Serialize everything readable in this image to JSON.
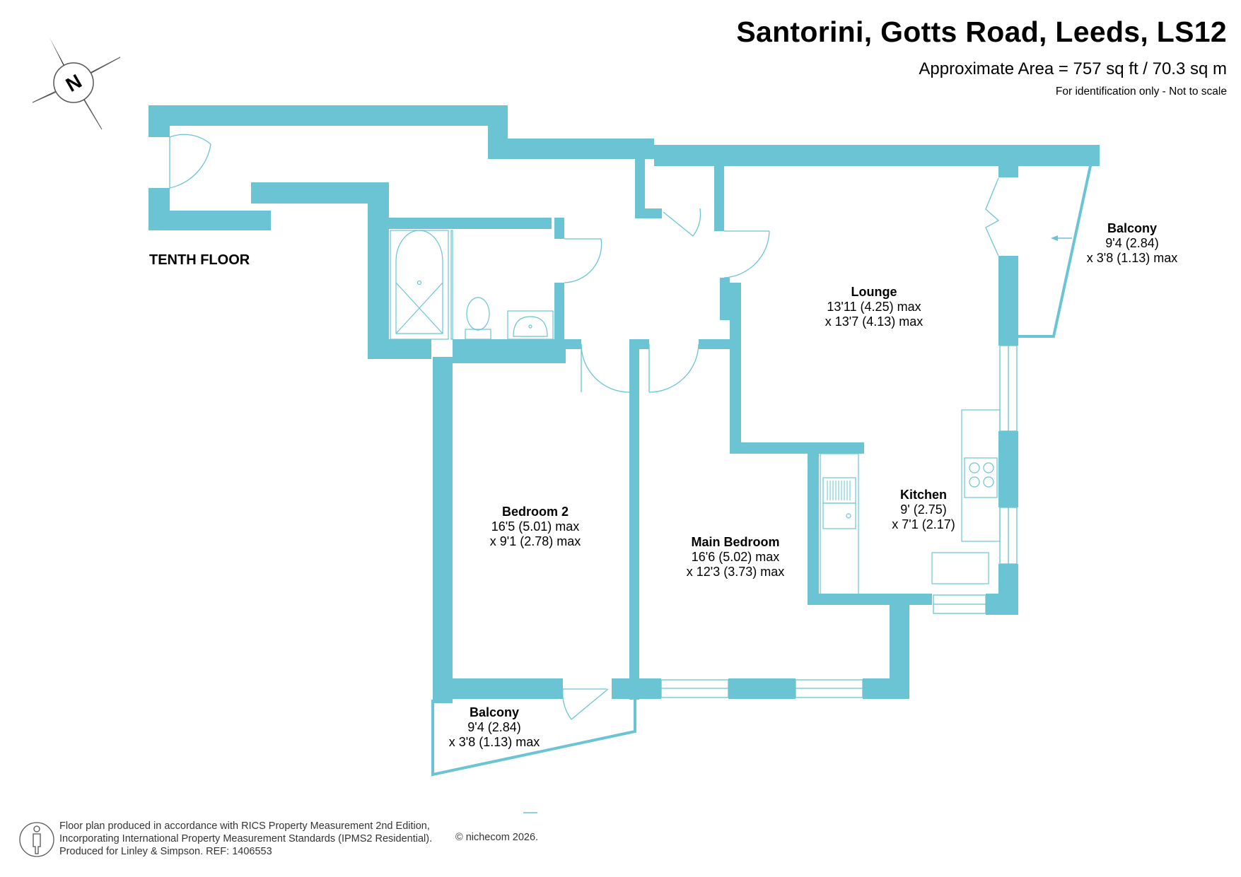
{
  "header": {
    "title": "Santorini, Gotts Road, Leeds, LS12",
    "area": "Approximate Area = 757 sq ft / 70.3 sq m",
    "note": "For identification only - Not to scale"
  },
  "compass": {
    "letter": "N",
    "icon": "north-arrow-icon"
  },
  "floor_label": "TENTH FLOOR",
  "colors": {
    "wall": "#6ac4d4",
    "fixture": "#6ac4d4",
    "text": "#000000"
  },
  "rooms": {
    "balcony_east": {
      "name": "Balcony",
      "dim1": "9'4 (2.84)",
      "dim2": "x 3'8 (1.13) max"
    },
    "lounge": {
      "name": "Lounge",
      "dim1": "13'11 (4.25) max",
      "dim2": "x 13'7 (4.13) max"
    },
    "kitchen": {
      "name": "Kitchen",
      "dim1": "9' (2.75)",
      "dim2": "x 7'1 (2.17)"
    },
    "bedroom2": {
      "name": "Bedroom 2",
      "dim1": "16'5 (5.01) max",
      "dim2": "x 9'1 (2.78) max"
    },
    "main_bedroom": {
      "name": "Main Bedroom",
      "dim1": "16'6 (5.02) max",
      "dim2": "x 12'3 (3.73) max"
    },
    "balcony_south": {
      "name": "Balcony",
      "dim1": "9'4 (2.84)",
      "dim2": "x 3'8 (1.13) max"
    }
  },
  "footer": {
    "line1": "Floor plan produced in accordance with RICS Property Measurement 2nd Edition,",
    "line2": "Incorporating International Property Measurement Standards (IPMS2 Residential).",
    "line3": "Produced for Linley & Simpson.   REF: 1406553",
    "copyright": "© nichecom 2026."
  }
}
